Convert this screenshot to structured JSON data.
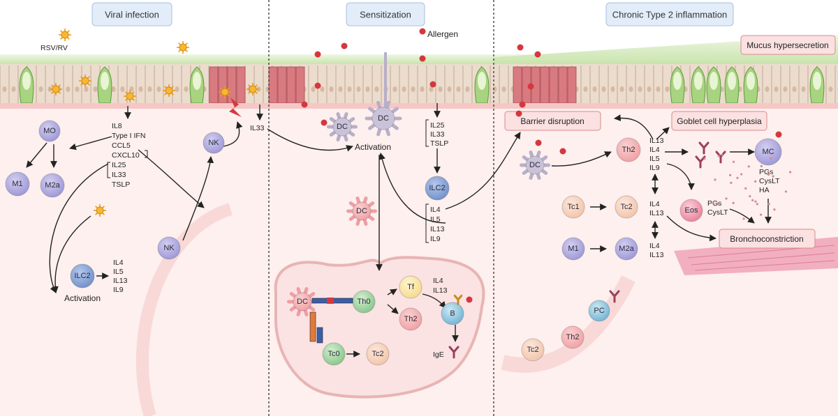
{
  "panels": [
    {
      "title": "Viral infection"
    },
    {
      "title": "Sensitization"
    },
    {
      "title": "Chronic Type 2 inflammation"
    }
  ],
  "p1": {
    "virus_label": "RSV/RV",
    "mediators_a": [
      "IL8",
      "Type I IFN",
      "CCL5",
      "CXCL10"
    ],
    "mediators_b": [
      "IL25",
      "IL33",
      "TSLP"
    ],
    "il33": "IL33",
    "ilc2_out": [
      "IL4",
      "IL5",
      "IL13",
      "IL9"
    ],
    "activation": "Activation",
    "cells": {
      "mo": "MO",
      "m1": "M1",
      "m2a": "M2a",
      "nk_top": "NK",
      "nk_bottom": "NK",
      "ilc2": "ILC2"
    }
  },
  "p2": {
    "allergen": "Allergen",
    "mediators": [
      "IL25",
      "IL33",
      "TSLP"
    ],
    "activation": "Activation",
    "ilc2_out": [
      "IL4",
      "IL5",
      "IL13",
      "IL9"
    ],
    "tf_out": [
      "IL4",
      "IL13"
    ],
    "ige": "IgE",
    "cells": {
      "dc1": "DC",
      "dc2": "DC",
      "dc3": "DC",
      "ilc2": "ILC2",
      "dc_ln": "DC",
      "th0": "Th0",
      "tf": "Tf",
      "th2": "Th2",
      "b": "B",
      "tc0": "Tc0",
      "tc2": "Tc2"
    }
  },
  "p3": {
    "mucus": "Mucus hypersecretion",
    "barrier": "Barrier disruption",
    "goblet": "Goblet cell hyperplasia",
    "broncho": "Bronchoconstriction",
    "th2_out": [
      "IL13",
      "IL4",
      "IL5",
      "IL9"
    ],
    "il4_il13_a": [
      "IL4",
      "IL13"
    ],
    "il4_il13_b": [
      "IL4",
      "IL13"
    ],
    "mc_out": [
      "PGs",
      "CysLT",
      "HA"
    ],
    "eos_out": [
      "PGs",
      "CysLT"
    ],
    "cells": {
      "dc": "DC",
      "th2": "Th2",
      "mc": "MC",
      "tc1": "Tc1",
      "tc2": "Tc2",
      "eos": "Eos",
      "m1": "M1",
      "m2a": "M2a",
      "pc": "PC",
      "th2_b": "Th2",
      "tc2_b": "Tc2"
    }
  },
  "colors": {
    "background": "#fdf3f1",
    "epithelium": "#e8d4c4",
    "mucus": "#d9ecc0",
    "macrophage": "#b3aee0",
    "ilc2": "#7f9fd4",
    "dc": "#f29aa0",
    "th2": "#f6b8b8",
    "tc": "#f7d4bf",
    "th0": "#a8d8a4",
    "tf": "#fbe7a8",
    "b": "#8fc8e0",
    "mc": "#9e93d6",
    "eos": "#f28fa6",
    "title_box": "#e3edf9",
    "pink_box": "#fbe1e1"
  }
}
